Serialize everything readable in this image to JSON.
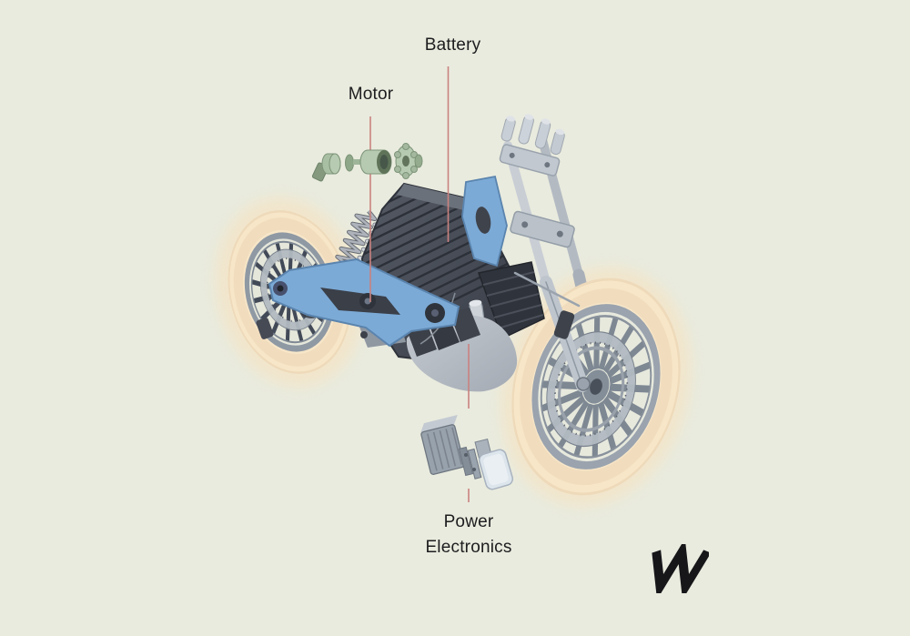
{
  "diagram": {
    "background_color": "#e9ebde",
    "leader_line_color": "#c9827f",
    "text_color": "#1d1d1f",
    "labels": {
      "battery": "Battery",
      "motor": "Motor",
      "power_electronics_line1": "Power",
      "power_electronics_line2": "Electronics"
    },
    "component_colors": {
      "tire_cream": "#f7e6c8",
      "wheel_rim_gray": "#9aa3ae",
      "spoke_dark": "#424a58",
      "frame_swingarm_blue": "#7caad6",
      "battery_pack_gray": "#474c56",
      "motor_green": "#b6cab1",
      "electronics_cover_blue": "#dde5ec",
      "fork_silver": "#c5cbd2",
      "logo_black": "#17171a"
    },
    "logo": {
      "name": "brand-logo-w"
    }
  }
}
